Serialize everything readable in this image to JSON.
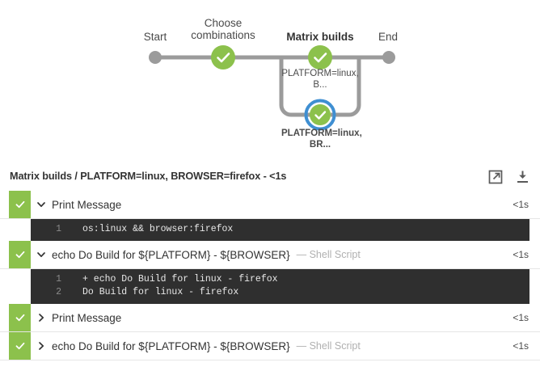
{
  "colors": {
    "success_green": "#8cc14c",
    "node_gray": "#9b9b9b",
    "connector_gray": "#9b9b9b",
    "selected_blue": "#3f8fd2",
    "console_bg": "#2f2f2f",
    "text_dark": "#333333",
    "text_muted": "#b0b0b0"
  },
  "pipeline": {
    "stages": [
      {
        "id": "start",
        "label": "Start",
        "type": "endpoint",
        "status": "start",
        "bold": false
      },
      {
        "id": "choose-combinations",
        "label": "Choose combinations",
        "type": "stage",
        "status": "success",
        "bold": false
      },
      {
        "id": "matrix-builds",
        "label": "Matrix builds",
        "type": "stage",
        "status": "success",
        "bold": true
      },
      {
        "id": "end",
        "label": "End",
        "type": "endpoint",
        "status": "end",
        "bold": false
      }
    ],
    "branches": [
      {
        "id": "branch-1",
        "label": "PLATFORM=linux, B...",
        "status": "success",
        "selected": false
      },
      {
        "id": "branch-2",
        "label": "PLATFORM=linux, BR...",
        "status": "success",
        "selected": true
      }
    ]
  },
  "log": {
    "title": "Matrix builds / PLATFORM=linux, BROWSER=firefox - <1s",
    "actions": [
      {
        "id": "open-in-new-window",
        "icon": "external-link-icon",
        "tooltip": "Open in new window"
      },
      {
        "id": "download-logs",
        "icon": "download-icon",
        "tooltip": "Download"
      }
    ],
    "steps": [
      {
        "id": "step-1",
        "status": "success",
        "expanded": true,
        "label": "Print Message",
        "sublabel": "",
        "duration": "<1s",
        "console": [
          {
            "num": "1",
            "text": "os:linux && browser:firefox"
          }
        ]
      },
      {
        "id": "step-2",
        "status": "success",
        "expanded": true,
        "label": "echo Do Build for ${PLATFORM} - ${BROWSER}",
        "sublabel": "— Shell Script",
        "duration": "<1s",
        "console": [
          {
            "num": "1",
            "text": "+ echo Do Build for linux - firefox"
          },
          {
            "num": "2",
            "text": "Do Build for linux - firefox"
          }
        ]
      },
      {
        "id": "step-3",
        "status": "success",
        "expanded": false,
        "label": "Print Message",
        "sublabel": "",
        "duration": "<1s",
        "console": []
      },
      {
        "id": "step-4",
        "status": "success",
        "expanded": false,
        "label": "echo Do Build for ${PLATFORM} - ${BROWSER}",
        "sublabel": "— Shell Script",
        "duration": "<1s",
        "console": []
      }
    ]
  }
}
